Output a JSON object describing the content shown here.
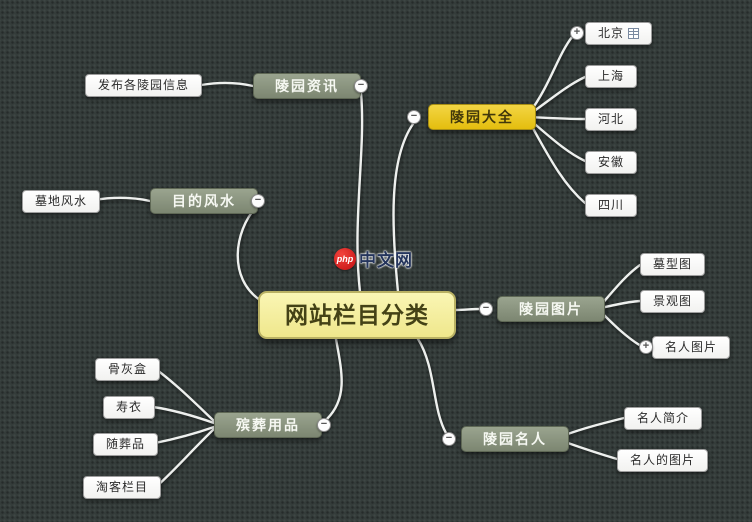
{
  "center": {
    "label": "网站栏目分类"
  },
  "logo": {
    "badge_label": "php",
    "site_name": "中文网"
  },
  "branches": [
    {
      "label": "陵园资讯"
    },
    {
      "label": "陵园大全"
    },
    {
      "label": "目的风水"
    },
    {
      "label": "陵园图片"
    },
    {
      "label": "殡葬用品"
    },
    {
      "label": "陵园名人"
    }
  ],
  "leaves": [
    {
      "label": "发布各陵园信息"
    },
    {
      "label": "北京"
    },
    {
      "label": "上海"
    },
    {
      "label": "河北"
    },
    {
      "label": "安徽"
    },
    {
      "label": "四川"
    },
    {
      "label": "墓地风水"
    },
    {
      "label": "墓型图"
    },
    {
      "label": "景观图"
    },
    {
      "label": "名人图片"
    },
    {
      "label": "骨灰盒"
    },
    {
      "label": "寿衣"
    },
    {
      "label": "随葬品"
    },
    {
      "label": "淘客栏目"
    },
    {
      "label": "名人简介"
    },
    {
      "label": "名人的图片"
    }
  ],
  "toggles": {
    "collapse": "−",
    "expand": "+"
  },
  "colors": {
    "background": "#343c3a",
    "center_fill": "#f4eea0",
    "branch_fill": "#8b9580",
    "highlight_fill": "#eccb29",
    "leaf_fill": "#fcfcfc",
    "connector": "#eef0ee",
    "logo_red": "#d6131c"
  }
}
